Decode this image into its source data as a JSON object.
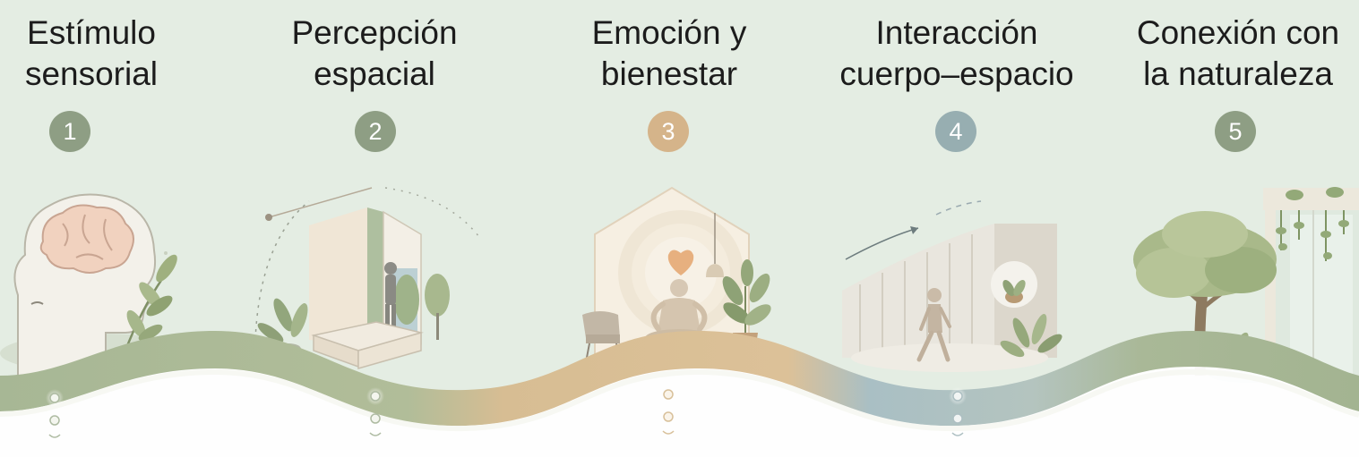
{
  "steps": [
    {
      "number": "1",
      "title": "Estímulo\nsensorial",
      "color": "#8e9e84",
      "illustration": "head-brain-icon"
    },
    {
      "number": "2",
      "title": "Percepción\nespacial",
      "color": "#8e9e84",
      "illustration": "room-perception-icon"
    },
    {
      "number": "3",
      "title": "Emoción y\nbienestar",
      "color": "#d5b48a",
      "illustration": "meditation-heart-icon"
    },
    {
      "number": "4",
      "title": "Interacción\ncuerpo–espacio",
      "color": "#97aeb1",
      "illustration": "walking-figure-icon"
    },
    {
      "number": "5",
      "title": "Conexión con\nla naturaleza",
      "color": "#8e9e84",
      "illustration": "tree-nature-icon"
    }
  ],
  "palette": {
    "background": "#e4ede3",
    "green": "#a8b896",
    "sand": "#d9bf95",
    "blue": "#a9bfc3"
  }
}
